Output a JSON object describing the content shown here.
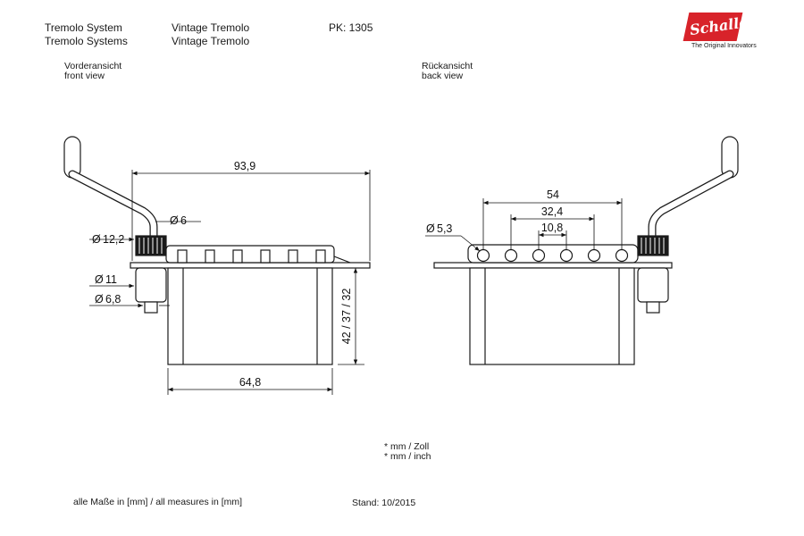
{
  "header": {
    "product_de": "Tremolo System",
    "product_en": "Tremolo Systems",
    "model_de": "Vintage Tremolo",
    "model_en": "Vintage Tremolo",
    "part_no": "PK: 1305"
  },
  "brand": {
    "logo_text": "Schaller",
    "tagline": "The Original Innovators",
    "color": "#d8232a"
  },
  "views": {
    "front_de": "Vorderansicht",
    "front_en": "front view",
    "back_de": "Rückansicht",
    "back_en": "back view"
  },
  "front_dims": {
    "overall_width": "93,9",
    "arm_dia": "6",
    "collar_dia": "12,2",
    "sleeve_dia": "11",
    "pin_dia": "6,8",
    "block_width": "64,8",
    "block_height": "42 / 37 / 32"
  },
  "back_dims": {
    "string_span": "54",
    "inner_span": "32,4",
    "center_span": "10,8",
    "hole_dia": "5,3"
  },
  "diameter_symbol": "Ø",
  "units_note": {
    "line1": "* mm / Zoll",
    "line2": "* mm / inch"
  },
  "footer": {
    "measures": "alle Maße in [mm] / all measures in [mm]",
    "stand": "Stand: 10/2015"
  }
}
